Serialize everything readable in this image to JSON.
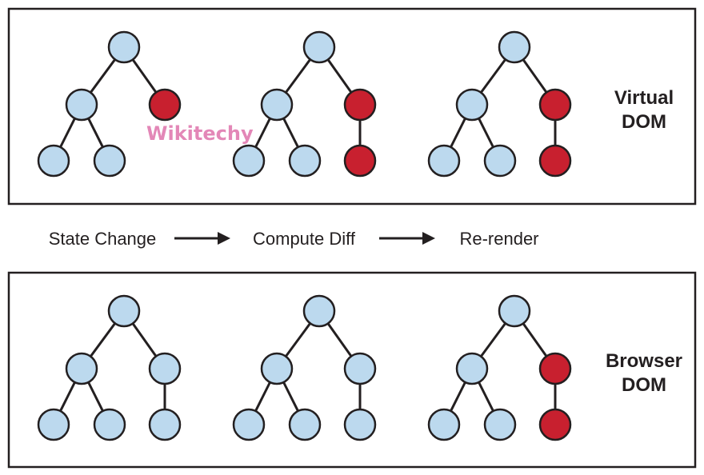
{
  "colors": {
    "normal": "#bcd9ee",
    "changed": "#c8202f",
    "stroke": "#231f20",
    "watermark": "#e07bb0"
  },
  "watermark": "Wikitechy",
  "flow": {
    "steps": [
      "State Change",
      "Compute Diff",
      "Re-render"
    ]
  },
  "panels": [
    {
      "id": "virtual",
      "label_lines": [
        "Virtual",
        "DOM"
      ],
      "trees": [
        {
          "changed": [
            "right"
          ],
          "right_child": false
        },
        {
          "changed": [
            "right",
            "right_child"
          ],
          "right_child": true
        },
        {
          "changed": [
            "right",
            "right_child"
          ],
          "right_child": true
        }
      ]
    },
    {
      "id": "browser",
      "label_lines": [
        "Browser",
        "DOM"
      ],
      "trees": [
        {
          "changed": [],
          "right_child": true
        },
        {
          "changed": [],
          "right_child": true
        },
        {
          "changed": [
            "right",
            "right_child"
          ],
          "right_child": true
        }
      ]
    }
  ]
}
